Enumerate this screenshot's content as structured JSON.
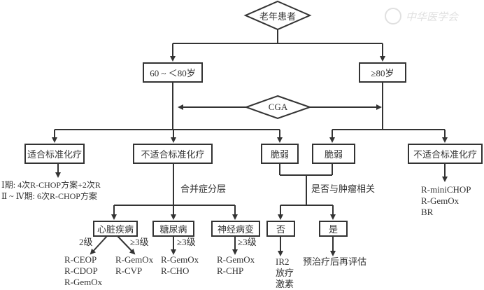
{
  "root": "老年患者",
  "age_groups": [
    "60 ~ ＜80岁",
    "≥80岁"
  ],
  "assessment": "CGA",
  "categories": {
    "fit": "适合标准化疗",
    "unfit_left": "不适合标准化疗",
    "frail_left": "脆弱",
    "frail_right": "脆弱",
    "unfit_right": "不适合标准化疗"
  },
  "fit_regimen": [
    "Ⅰ期: 4次R-CHOP方案+2次R",
    "Ⅱ ~ Ⅳ期: 6次R-CHOP方案"
  ],
  "comorbidity_label": "合并症分层",
  "comorbidities": [
    {
      "name": "心脏疾病"
    },
    {
      "name": "糖尿病"
    },
    {
      "name": "神经病变"
    }
  ],
  "grade_labels": {
    "cardiac_2": "2级",
    "cardiac_3": "≥3级",
    "diabetes_3": "≥3级",
    "neuro_3": "≥3级"
  },
  "regimens": {
    "cardiac_2": [
      "R-CEOP",
      "R-CDOP",
      "R-GemOx"
    ],
    "cardiac_3": [
      "R-GemOx",
      "R-CVP"
    ],
    "diabetes": [
      "R-GemOx",
      "R-CHO"
    ],
    "neuro": [
      "R-GemOx",
      "R-CHP"
    ],
    "unfit_right": [
      "R-miniCHOP",
      "R-GemOx",
      "BR"
    ]
  },
  "tumor_related_label": "是否与肿瘤相关",
  "tumor_related": {
    "no": "否",
    "yes": "是"
  },
  "no_regimen": [
    "IR2",
    "放疗",
    "激素"
  ],
  "yes_regimen": "预治疗后再评估",
  "watermark": "中华医学会"
}
